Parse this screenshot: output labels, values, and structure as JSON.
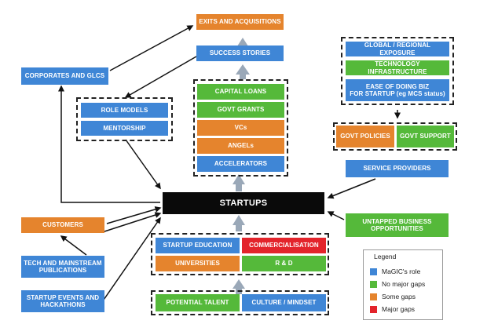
{
  "nodes": {
    "exits": "EXITS AND ACQUISITIONS",
    "success_stories": "SUCCESS STORIES",
    "corporates": "CORPORATES AND GLCS",
    "role_models": "ROLE MODELS",
    "mentorship": "MENTORSHIP",
    "capital_loans": "CAPITAL LOANS",
    "govt_grants": "GOVT GRANTS",
    "vcs": "VCs",
    "angels": "ANGELs",
    "accelerators": "ACCELERATORS",
    "global_exposure": "GLOBAL / REGIONAL EXPOSURE",
    "tech_infra": "TECHNOLOGY INFRASTRUCTURE",
    "ease_of_biz_1": "EASE OF DOING BIZ",
    "ease_of_biz_2": "FOR STARTUP (eg MCS status)",
    "govt_policies": "GOVT POLICIES",
    "govt_support": "GOVT SUPPORT",
    "service_providers": "SERVICE PROVIDERS",
    "startups": "STARTUPS",
    "customers": "CUSTOMERS",
    "untapped_1": "UNTAPPED BUSINESS",
    "untapped_2": "OPPORTUNITIES",
    "tech_pubs_1": "TECH AND MAINSTREAM",
    "tech_pubs_2": "PUBLICATIONS",
    "startup_events_1": "STARTUP EVENTS AND",
    "startup_events_2": "HACKATHONS",
    "startup_education": "STARTUP EDUCATION",
    "commercialisation": "COMMERCIALISATION",
    "universities": "UNIVERSITIES",
    "r_and_d": "R & D",
    "potential_talent": "POTENTIAL TALENT",
    "culture_mindset": "CULTURE / MINDSET"
  },
  "legend": {
    "title": "Legend",
    "items": [
      {
        "label": "MaGIC's role",
        "color": "#3f86d6"
      },
      {
        "label": "No major gaps",
        "color": "#55b93a"
      },
      {
        "label": "Some gaps",
        "color": "#e5842d"
      },
      {
        "label": "Major gaps",
        "color": "#e3242b"
      }
    ]
  },
  "colors": {
    "blue": "#3f86d6",
    "green": "#55b93a",
    "orange": "#e5842d",
    "red": "#e3242b",
    "black": "#0a0a0a",
    "connector_gray": "#9aa8b8"
  }
}
